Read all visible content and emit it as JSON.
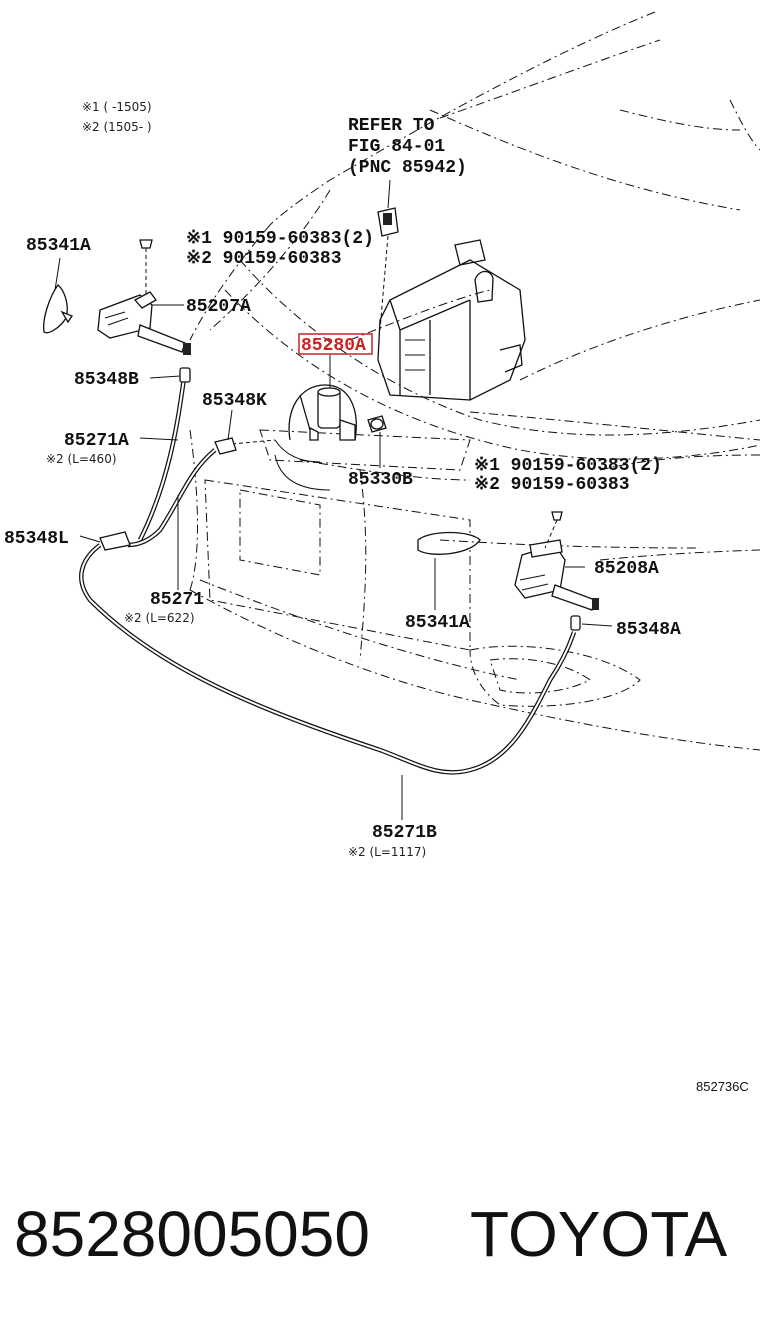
{
  "notes_top": {
    "note1": "※1 (      -1505)",
    "note2": "※2 (1505-      )"
  },
  "refer": {
    "line1": "REFER TO",
    "line2": "FIG 84-01",
    "line3": "(PNC 85942)"
  },
  "labels": {
    "p85341A_top": "85341A",
    "bolt_top_1": "※1 90159-60383(2)",
    "bolt_top_2": "※2 90159-60383",
    "p85207A": "85207A",
    "p85280A": "85280A",
    "p85348B": "85348B",
    "p85348K": "85348K",
    "p85271A": "85271A",
    "p85271A_note": "※2 (L=460)",
    "p85330B": "85330B",
    "bolt_right_1": "※1 90159-60383(2)",
    "bolt_right_2": "※2 90159-60383",
    "p85348L": "85348L",
    "p85208A": "85208A",
    "p85271": "85271",
    "p85271_note": "※2 (L=622)",
    "p85341A_bottom": "85341A",
    "p85348A": "85348A",
    "p85271B": "85271B",
    "p85271B_note": "※2 (L=1117)"
  },
  "figure_ref": "852736C",
  "highlight_color": "#cc2222",
  "footer": {
    "part_number": "8528005050",
    "brand": "TOYOTA"
  }
}
